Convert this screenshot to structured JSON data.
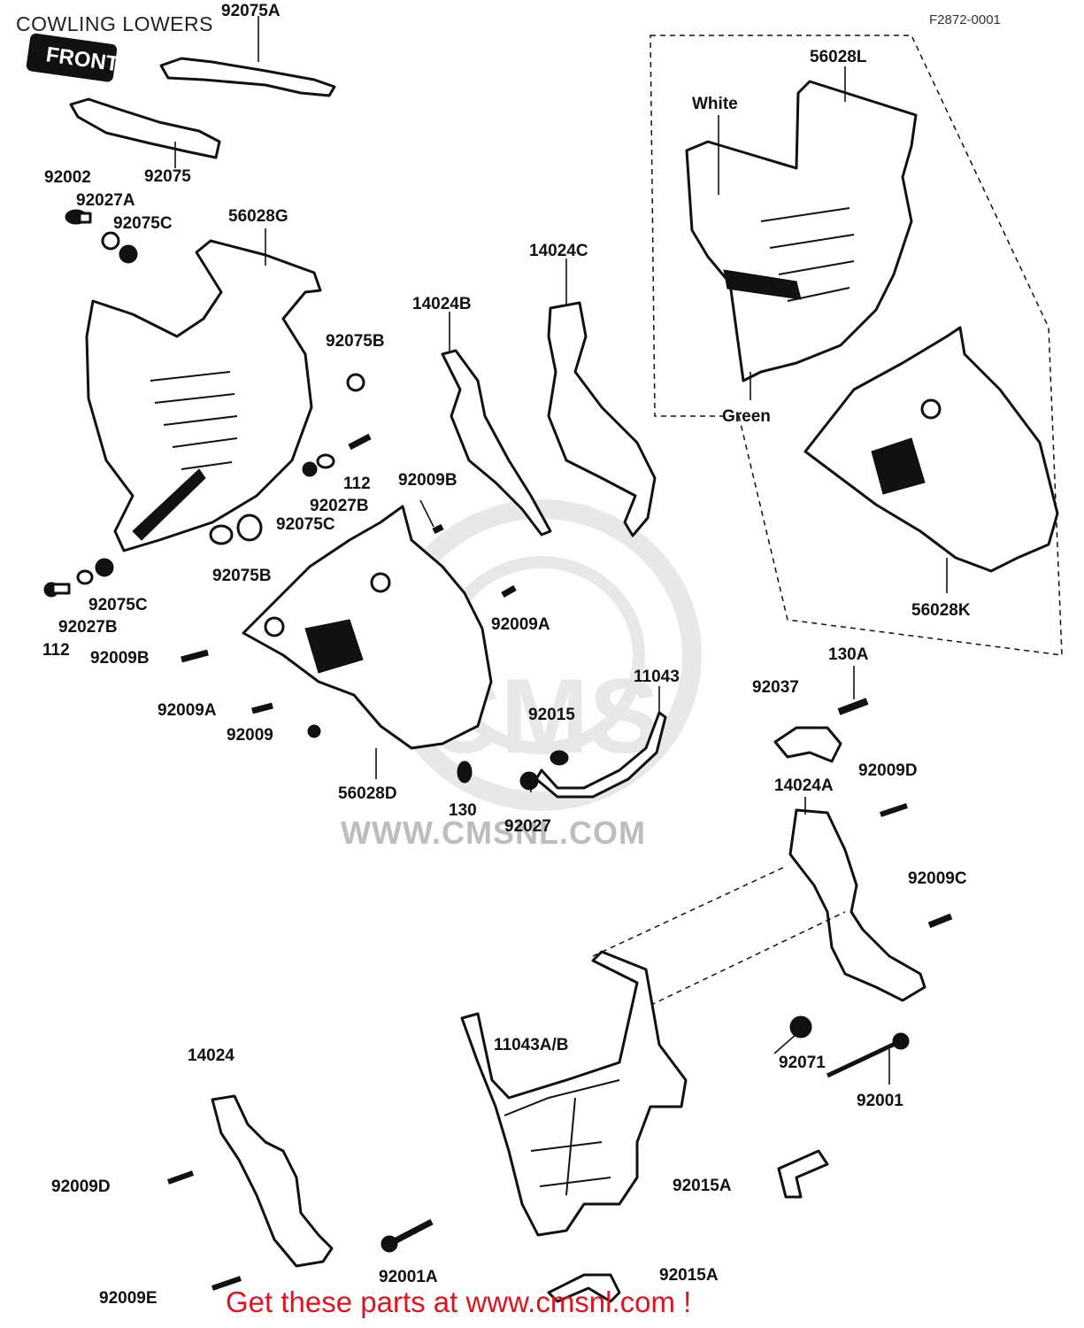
{
  "header": {
    "title": "COWLING LOWERS",
    "diagram_code": "F2872-0001"
  },
  "front_badge": "FRONT",
  "watermark": {
    "logo": "CMS",
    "url": "WWW.CMSNL.COM"
  },
  "colors": {
    "promo_text": "#e0141c",
    "watermark": "#bdbdbd",
    "line": "#111111"
  },
  "color_notes": {
    "white": "White",
    "green": "Green"
  },
  "part_labels": [
    "92075A",
    "92075",
    "92002",
    "92027A",
    "92075C",
    "56028G",
    "56028L",
    "14024C",
    "14024B",
    "92075B",
    "112",
    "92027B",
    "92075C",
    "92009B",
    "92075B",
    "92075C",
    "92027B",
    "112",
    "92009B",
    "92009A",
    "92009A",
    "92009",
    "56028D",
    "130",
    "92015",
    "92027",
    "11043",
    "92037",
    "130A",
    "92009D",
    "14024A",
    "92009C",
    "56028K",
    "11043A/B",
    "92071",
    "92001",
    "14024",
    "92009D",
    "92015A",
    "92001A",
    "92015A",
    "92009E"
  ],
  "promo": "Get these parts at www.cmsnl.com !"
}
